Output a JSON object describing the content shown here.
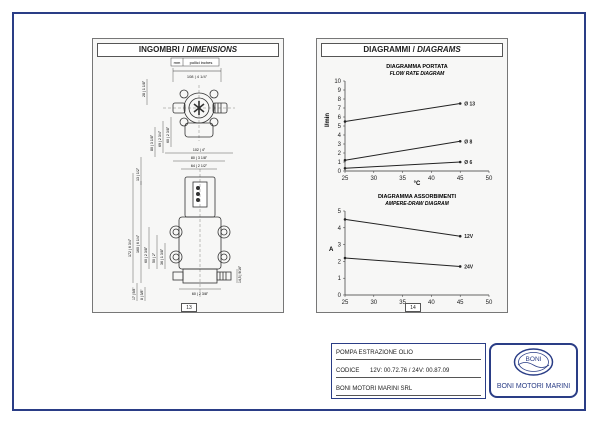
{
  "left_sheet": {
    "title": "INGOMBRI /",
    "title_italic": "DIMENSIONS",
    "page_number": "13",
    "unit_labels": [
      "mm",
      "pollici inches"
    ],
    "top_view": {
      "width_label": "108 | 4 1/4\"",
      "dim_labels": [
        "28 | 1 1/8\"",
        "80 | 3 1/8\"",
        "69 | 2 3/4\"",
        "60 | 2 3/8\"",
        "13 | 1/2\""
      ]
    },
    "side_view": {
      "top_labels": [
        "102 | 4\"",
        "80 | 3 1/8\"",
        "64 | 2 1/2\""
      ],
      "left_labels": [
        "172 | 6 3/4\"",
        "160 | 6 1/4\"",
        "60 | 2 3/8\"",
        "50 | 2\"",
        "36 | 1 3/8\""
      ],
      "bottom_labels": [
        "17 | 5/8\"",
        "8 | 3/8\""
      ],
      "right_labels": [
        "14,5 | 9/16\""
      ],
      "base_label": "60 | 2 3/8\""
    }
  },
  "right_sheet": {
    "title": "DIAGRAMMI /",
    "title_italic": "DIAGRAMS",
    "page_number": "14",
    "flow_chart": {
      "title": "DIAGRAMMA PORTATA",
      "subtitle": "FLOW RATE DIAGRAM",
      "ylabel": "l/min",
      "xlabel": "°C"
    },
    "ampere_chart": {
      "title": "DIAGRAMMA ASSORBIMENTI",
      "subtitle": "AMPERE-DRAW DIAGRAM",
      "ylabel": "A",
      "xlabel": "°C"
    }
  },
  "title_block": {
    "product": "POMPA ESTRAZIONE OLIO",
    "code_label": "CODICE",
    "code_value": "12V: 00.72.76 / 24V: 00.87.09",
    "company": "BONI MOTORI MARINI SRL"
  },
  "logo": {
    "emblem_text": "BONI",
    "company_text": "BONI MOTORI MARINI",
    "color": "#2a3d86"
  },
  "chart_data": [
    {
      "type": "line",
      "title": "DIAGRAMMA PORTATA",
      "subtitle": "FLOW RATE DIAGRAM",
      "xlabel": "°C",
      "ylabel": "l/min",
      "xlim": [
        25,
        50
      ],
      "ylim": [
        0,
        10
      ],
      "x_ticks": [
        25,
        30,
        35,
        40,
        45,
        50
      ],
      "y_ticks": [
        0,
        1,
        2,
        3,
        4,
        5,
        6,
        7,
        8,
        9,
        10
      ],
      "grid": false,
      "series": [
        {
          "name": "Ø 13",
          "x": [
            25,
            45
          ],
          "y": [
            5.5,
            7.5
          ]
        },
        {
          "name": "Ø 8",
          "x": [
            25,
            45
          ],
          "y": [
            1.2,
            3.3
          ]
        },
        {
          "name": "Ø 6",
          "x": [
            25,
            45
          ],
          "y": [
            0.3,
            1.0
          ]
        }
      ]
    },
    {
      "type": "line",
      "title": "DIAGRAMMA ASSORBIMENTI",
      "subtitle": "AMPERE-DRAW DIAGRAM",
      "xlabel": "°C",
      "ylabel": "A",
      "xlim": [
        25,
        50
      ],
      "ylim": [
        0,
        5
      ],
      "x_ticks": [
        25,
        30,
        35,
        40,
        45,
        50
      ],
      "y_ticks": [
        0,
        1,
        2,
        3,
        4,
        5
      ],
      "grid": false,
      "series": [
        {
          "name": "12V",
          "x": [
            25,
            45
          ],
          "y": [
            4.5,
            3.5
          ]
        },
        {
          "name": "24V",
          "x": [
            25,
            45
          ],
          "y": [
            2.2,
            1.7
          ]
        }
      ]
    }
  ]
}
